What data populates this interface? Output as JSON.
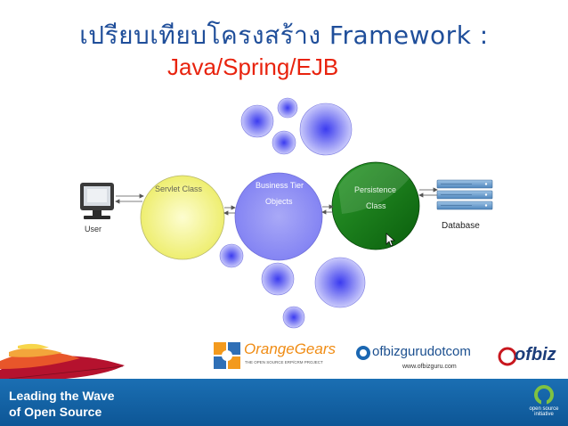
{
  "title": {
    "line1": "เปรียบเทียบโครงสร้าง Framework :",
    "line2": "Java/Spring/EJB"
  },
  "diagram": {
    "user_label": "User",
    "servlet_label": "Servlet Class",
    "business_line1": "Business Tier",
    "business_line2": "Objects",
    "persistence_line1": "Persistence",
    "persistence_line2": "Class",
    "database_label": "Database"
  },
  "logos": {
    "orangegears_name": "OrangeGears",
    "orangegears_tagline": "THE OPEN SOURCE ERP/CRM PROJECT",
    "ofbizguru_name": "ofbizgurudotcom",
    "ofbizguru_url": "www.ofbizguru.com",
    "ofbiz_name": "ofbiz",
    "osi_text": "open source initiative"
  },
  "footer": {
    "line1": "Leading the Wave",
    "line2": "of Open Source"
  },
  "colors": {
    "title_blue": "#1f4e9a",
    "title_red": "#e8230e",
    "footer_blue": "#1464a8",
    "servlet_yellow": "#f5f58a",
    "bubble_blue": "#8c8cf5",
    "persistence_green": "#0f7a12"
  }
}
